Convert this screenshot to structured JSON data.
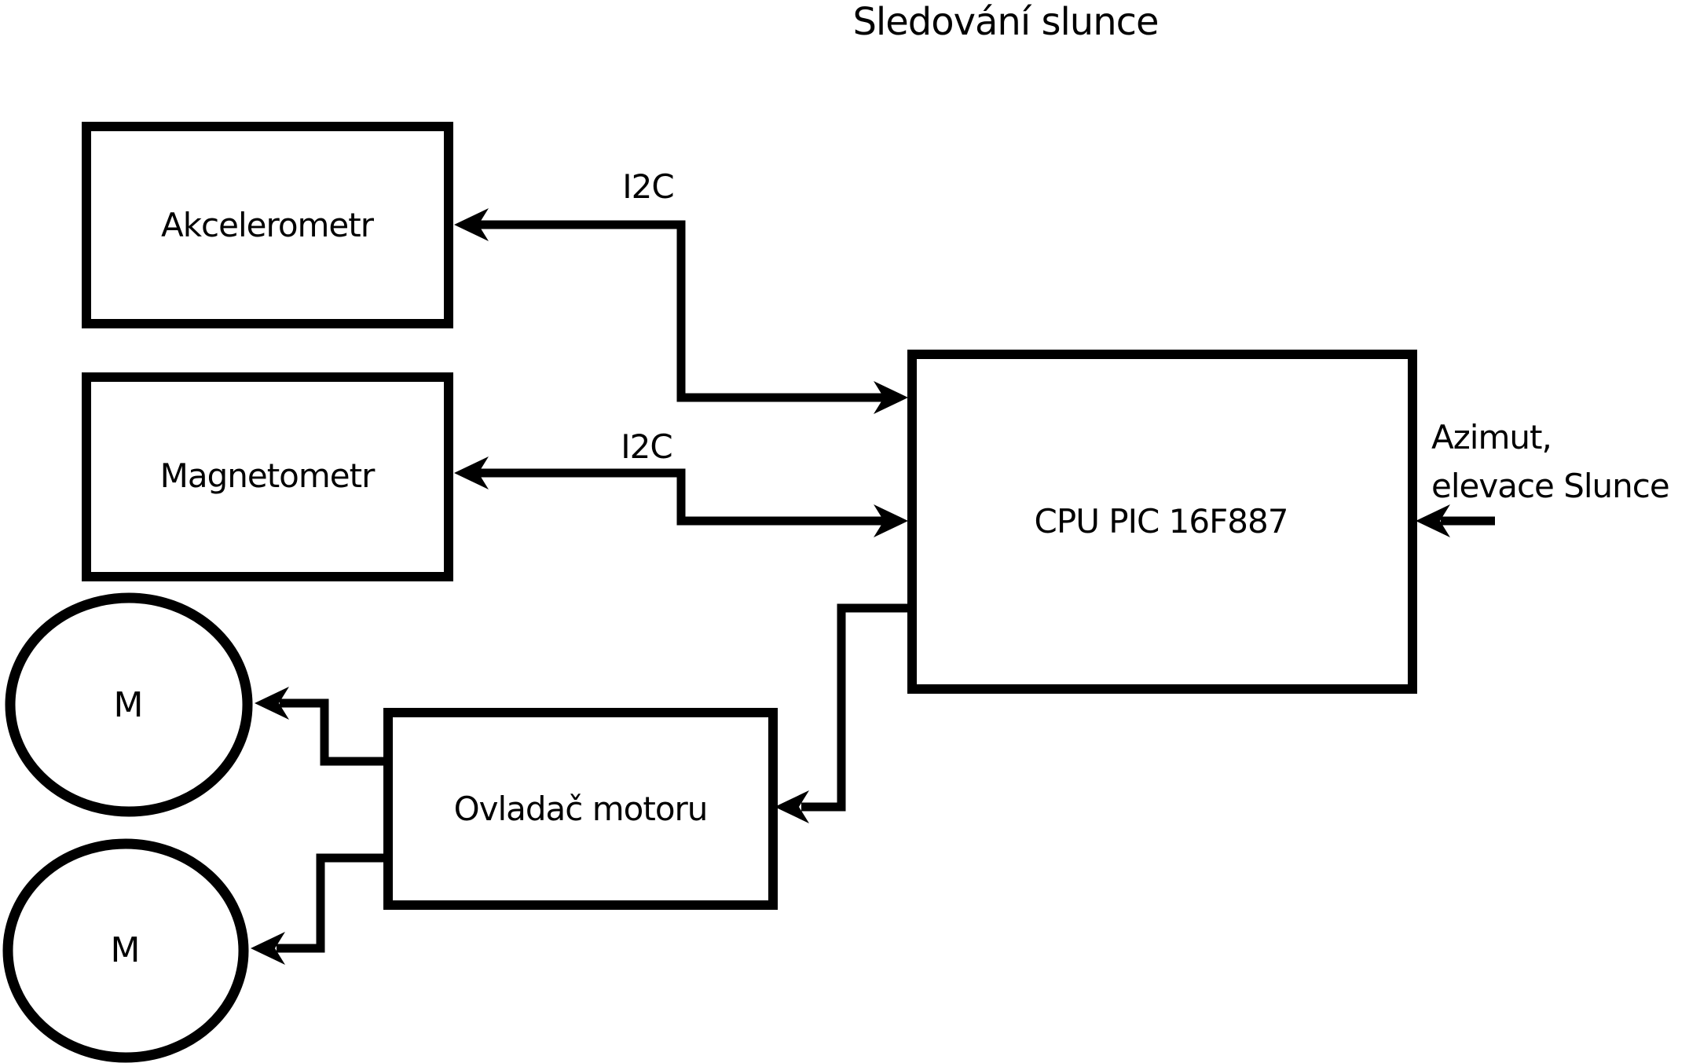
{
  "title": "Sledování slunce",
  "colors": {
    "ink": "#000000",
    "background": "#ffffff"
  },
  "nodes": {
    "akcelerometr": {
      "label": "Akcelerometr"
    },
    "magnetometr": {
      "label": "Magnetometr"
    },
    "cpu": {
      "label": "CPU PIC 16F887"
    },
    "motor_driver": {
      "label": "Ovladač motoru"
    },
    "motor1": {
      "label": "M"
    },
    "motor2": {
      "label": "M"
    }
  },
  "edges": {
    "i2c_akcelerometr": {
      "label": "I2C"
    },
    "i2c_magnetometr": {
      "label": "I2C"
    },
    "sun_input": {
      "label_line1": "Azimut,",
      "label_line2": "elevace Slunce"
    }
  }
}
